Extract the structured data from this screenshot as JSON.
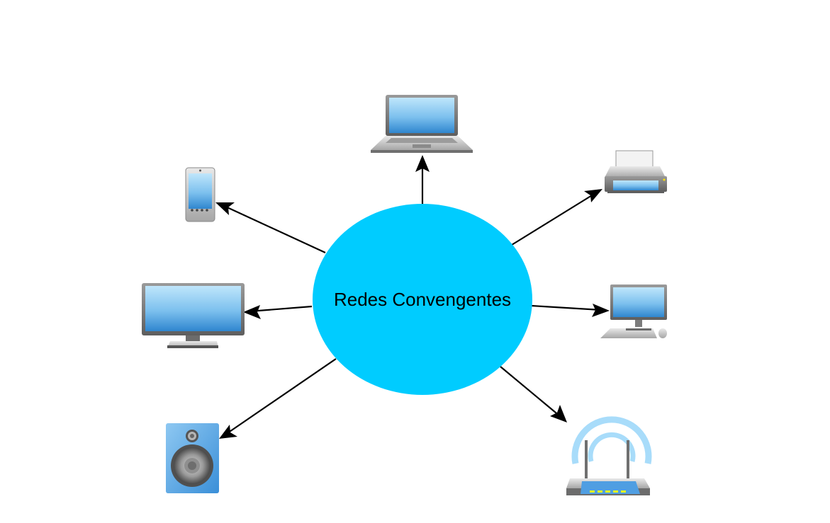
{
  "center": {
    "label": "Redes Convengentes",
    "color": "#00ccff"
  },
  "devices": [
    {
      "id": "laptop",
      "icon": "laptop-icon"
    },
    {
      "id": "printer",
      "icon": "printer-icon"
    },
    {
      "id": "desktop",
      "icon": "desktop-computer-icon"
    },
    {
      "id": "router",
      "icon": "wifi-router-icon"
    },
    {
      "id": "speaker",
      "icon": "speaker-icon"
    },
    {
      "id": "monitor",
      "icon": "monitor-icon"
    },
    {
      "id": "phone",
      "icon": "smartphone-icon"
    }
  ],
  "colors": {
    "screen_light": "#a9dcf7",
    "screen_dark": "#3a92d6",
    "body_gray": "#8d8d8d",
    "arrow": "#000000"
  }
}
